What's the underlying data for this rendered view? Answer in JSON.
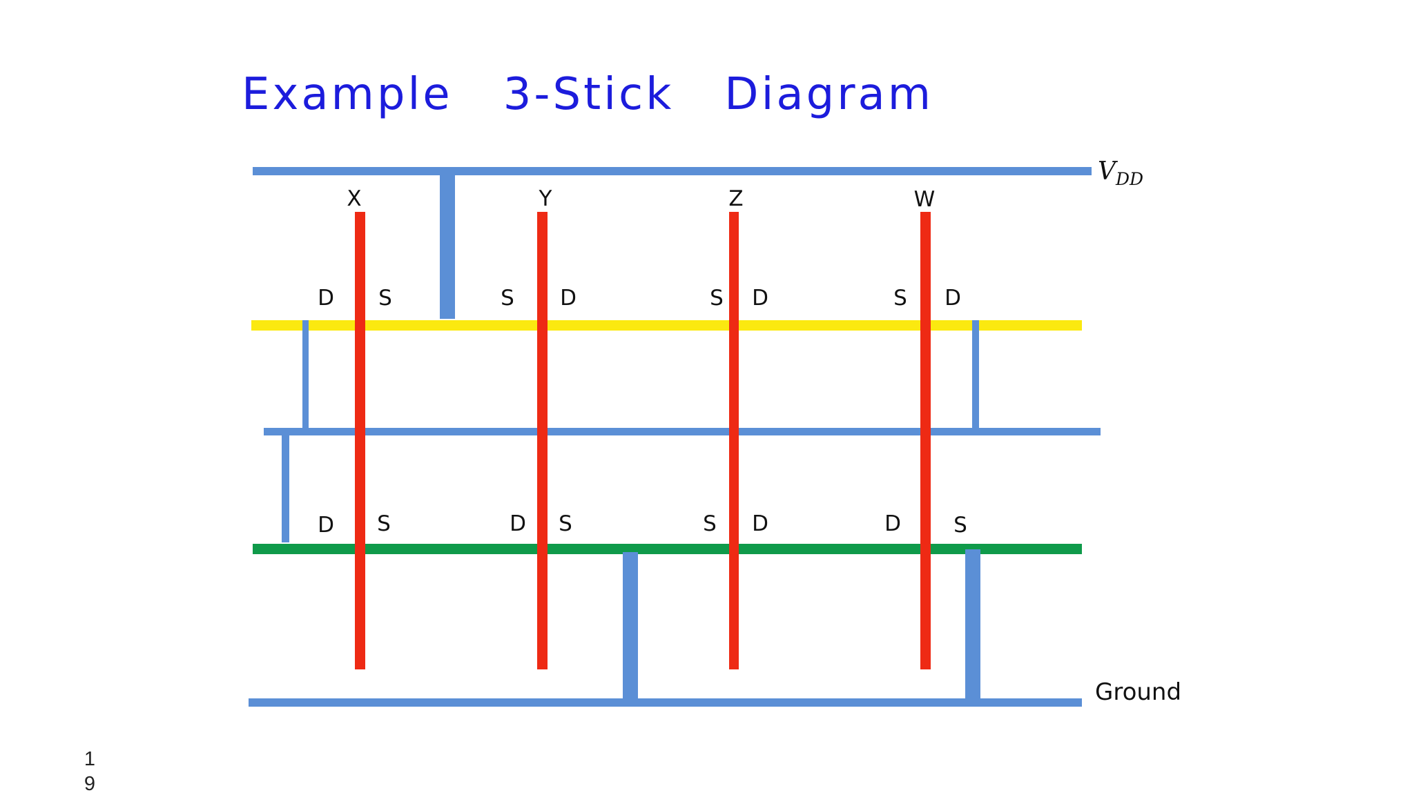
{
  "slide": {
    "title": "Example   3-Stick   Diagram",
    "number": "19"
  },
  "colors": {
    "title": "#1c1cdc",
    "metal": "#5b8fd6",
    "polysilicon": "#ee2a14",
    "p_diffusion": "#fbe910",
    "n_diffusion": "#0f9a4a"
  },
  "diagram": {
    "rails": {
      "vdd": {
        "label": "V",
        "subscript": "DD"
      },
      "ground": {
        "label": "Ground"
      }
    },
    "gates": [
      {
        "name": "X"
      },
      {
        "name": "Y"
      },
      {
        "name": "Z"
      },
      {
        "name": "W"
      }
    ],
    "top_terminals": [
      {
        "left": "D",
        "right": "S"
      },
      {
        "left": "S",
        "right": "D"
      },
      {
        "left": "S",
        "right": "D"
      },
      {
        "left": "S",
        "right": "D"
      }
    ],
    "bottom_terminals": [
      {
        "left": "D",
        "right": "S"
      },
      {
        "left": "D",
        "right": "S"
      },
      {
        "left": "S",
        "right": "D"
      },
      {
        "left": "D",
        "right": "S"
      }
    ]
  }
}
